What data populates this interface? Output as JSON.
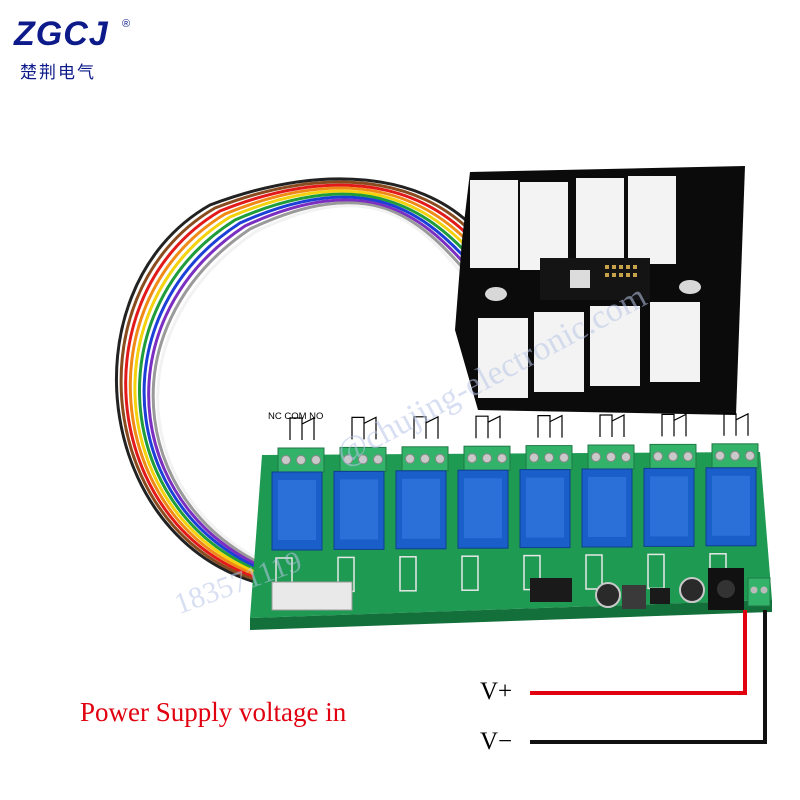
{
  "brand": {
    "logo_text": "ZGCJ",
    "registered_mark": "®",
    "subtitle": "楚荆电气"
  },
  "relay_pin_label": "NC COM NO",
  "caption": "Power Supply voltage in",
  "voltage_labels": {
    "positive": "V+",
    "negative": "V−"
  },
  "watermarks": {
    "phone": "183571119",
    "site": "@chujing-electronic.com"
  },
  "colors": {
    "pcb_green": "#1e9a52",
    "relay_blue": "#1a5fc9",
    "terminal_green": "#33b36a",
    "positive_wire": "#e0000f",
    "negative_wire": "#111111",
    "caption_red": "#e0000f",
    "brand_blue": "#0d1a8a"
  },
  "ribbon_wire_colors": [
    "#222222",
    "#8a4b1f",
    "#e21a1a",
    "#f08a16",
    "#f4d20e",
    "#1e9d3a",
    "#1c3fd8",
    "#7b2fc0",
    "#9a9a9a",
    "#f2f2f2"
  ]
}
